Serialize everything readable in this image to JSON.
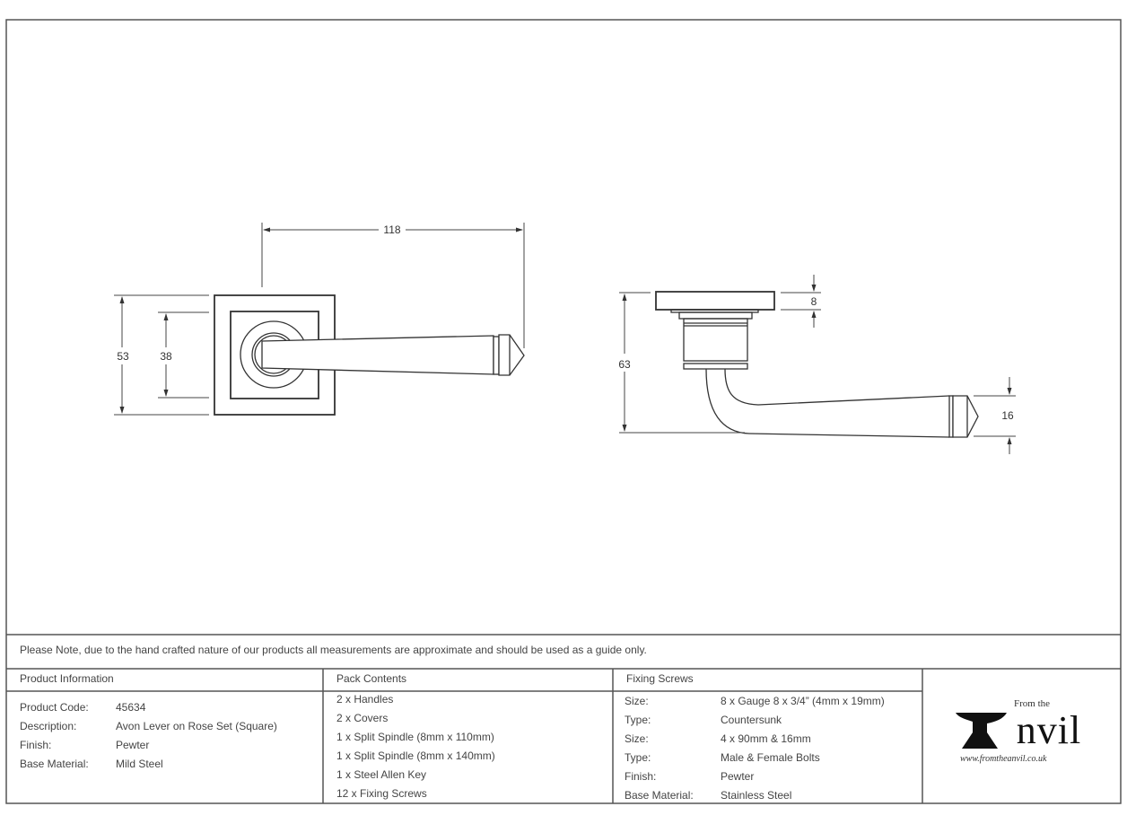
{
  "drawing": {
    "front_view": {
      "width_dim": "118",
      "rose_outer_dim": "53",
      "rose_inner_dim": "38"
    },
    "side_view": {
      "height_dim": "63",
      "rose_thickness_dim": "8",
      "knob_dim": "16"
    }
  },
  "note": "Please Note, due to the hand crafted nature of our products all measurements are approximate and should be used as a guide only.",
  "product_information": {
    "heading": "Product Information",
    "rows": [
      {
        "label": "Product Code:",
        "value": "45634"
      },
      {
        "label": "Description:",
        "value": "Avon Lever on Rose Set (Square)"
      },
      {
        "label": "Finish:",
        "value": "Pewter"
      },
      {
        "label": "Base Material:",
        "value": "Mild Steel"
      }
    ]
  },
  "pack_contents": {
    "heading": "Pack Contents",
    "items": [
      "2 x Handles",
      "2 x Covers",
      "1 x Split Spindle (8mm x 110mm)",
      "1 x Split Spindle (8mm x 140mm)",
      "1 x Steel Allen Key",
      "12 x Fixing Screws"
    ]
  },
  "fixing_screws": {
    "heading": "Fixing Screws",
    "rows": [
      {
        "label": "Size:",
        "value": "8 x Gauge 8 x 3/4” (4mm x 19mm)"
      },
      {
        "label": "Type:",
        "value": "Countersunk"
      },
      {
        "label": "Size:",
        "value": "4 x 90mm & 16mm"
      },
      {
        "label": "Type:",
        "value": "Male & Female Bolts"
      },
      {
        "label": "Finish:",
        "value": "Pewter"
      },
      {
        "label": "Base Material:",
        "value": "Stainless Steel"
      }
    ]
  },
  "logo": {
    "from": "From the",
    "name": "Anvil",
    "url": "www.fromtheanvil.co.uk"
  }
}
